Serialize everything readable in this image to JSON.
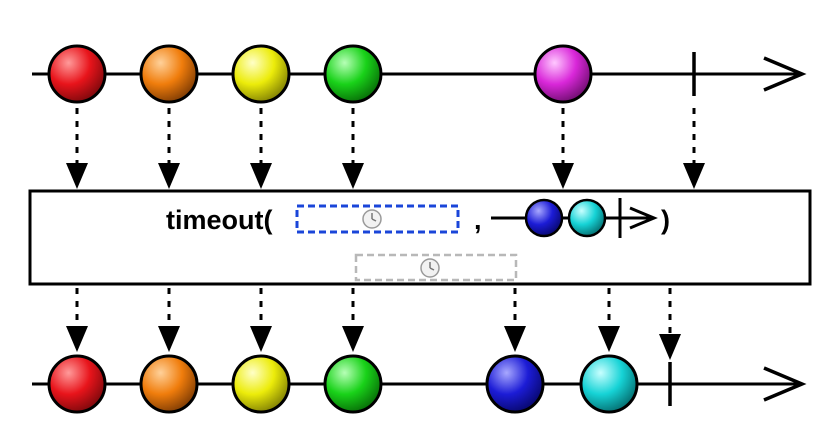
{
  "operator": {
    "name": "timeout(",
    "separator": ",",
    "close_paren": ")"
  },
  "colors": {
    "red": "#e8141b",
    "orange": "#f07d0c",
    "yellow": "#ecec0a",
    "green": "#19d219",
    "magenta": "#d927d9",
    "blue": "#1c1cd6",
    "cyan": "#16d3d6",
    "line": "#000000",
    "timer_blue": "#1a45d9",
    "timer_gray": "#b8b8b8"
  },
  "source_stream": {
    "items": [
      {
        "color": "red",
        "icon": "red-marble"
      },
      {
        "color": "orange",
        "icon": "orange-marble"
      },
      {
        "color": "yellow",
        "icon": "yellow-marble"
      },
      {
        "color": "green",
        "icon": "green-marble"
      },
      {
        "color": "magenta",
        "icon": "magenta-marble"
      }
    ],
    "completed": true
  },
  "fallback_stream": {
    "items": [
      {
        "color": "blue",
        "icon": "blue-marble"
      },
      {
        "color": "cyan",
        "icon": "cyan-marble"
      }
    ],
    "completed": true
  },
  "result_stream": {
    "items": [
      {
        "color": "red",
        "icon": "red-marble"
      },
      {
        "color": "orange",
        "icon": "orange-marble"
      },
      {
        "color": "yellow",
        "icon": "yellow-marble"
      },
      {
        "color": "green",
        "icon": "green-marble"
      },
      {
        "color": "blue",
        "icon": "blue-marble"
      },
      {
        "color": "cyan",
        "icon": "cyan-marble"
      }
    ],
    "completed": true
  },
  "timers": [
    {
      "style": "dashed",
      "color": "timer_blue",
      "icon": "clock-icon"
    },
    {
      "style": "dashed",
      "color": "timer_gray",
      "icon": "clock-icon"
    }
  ]
}
